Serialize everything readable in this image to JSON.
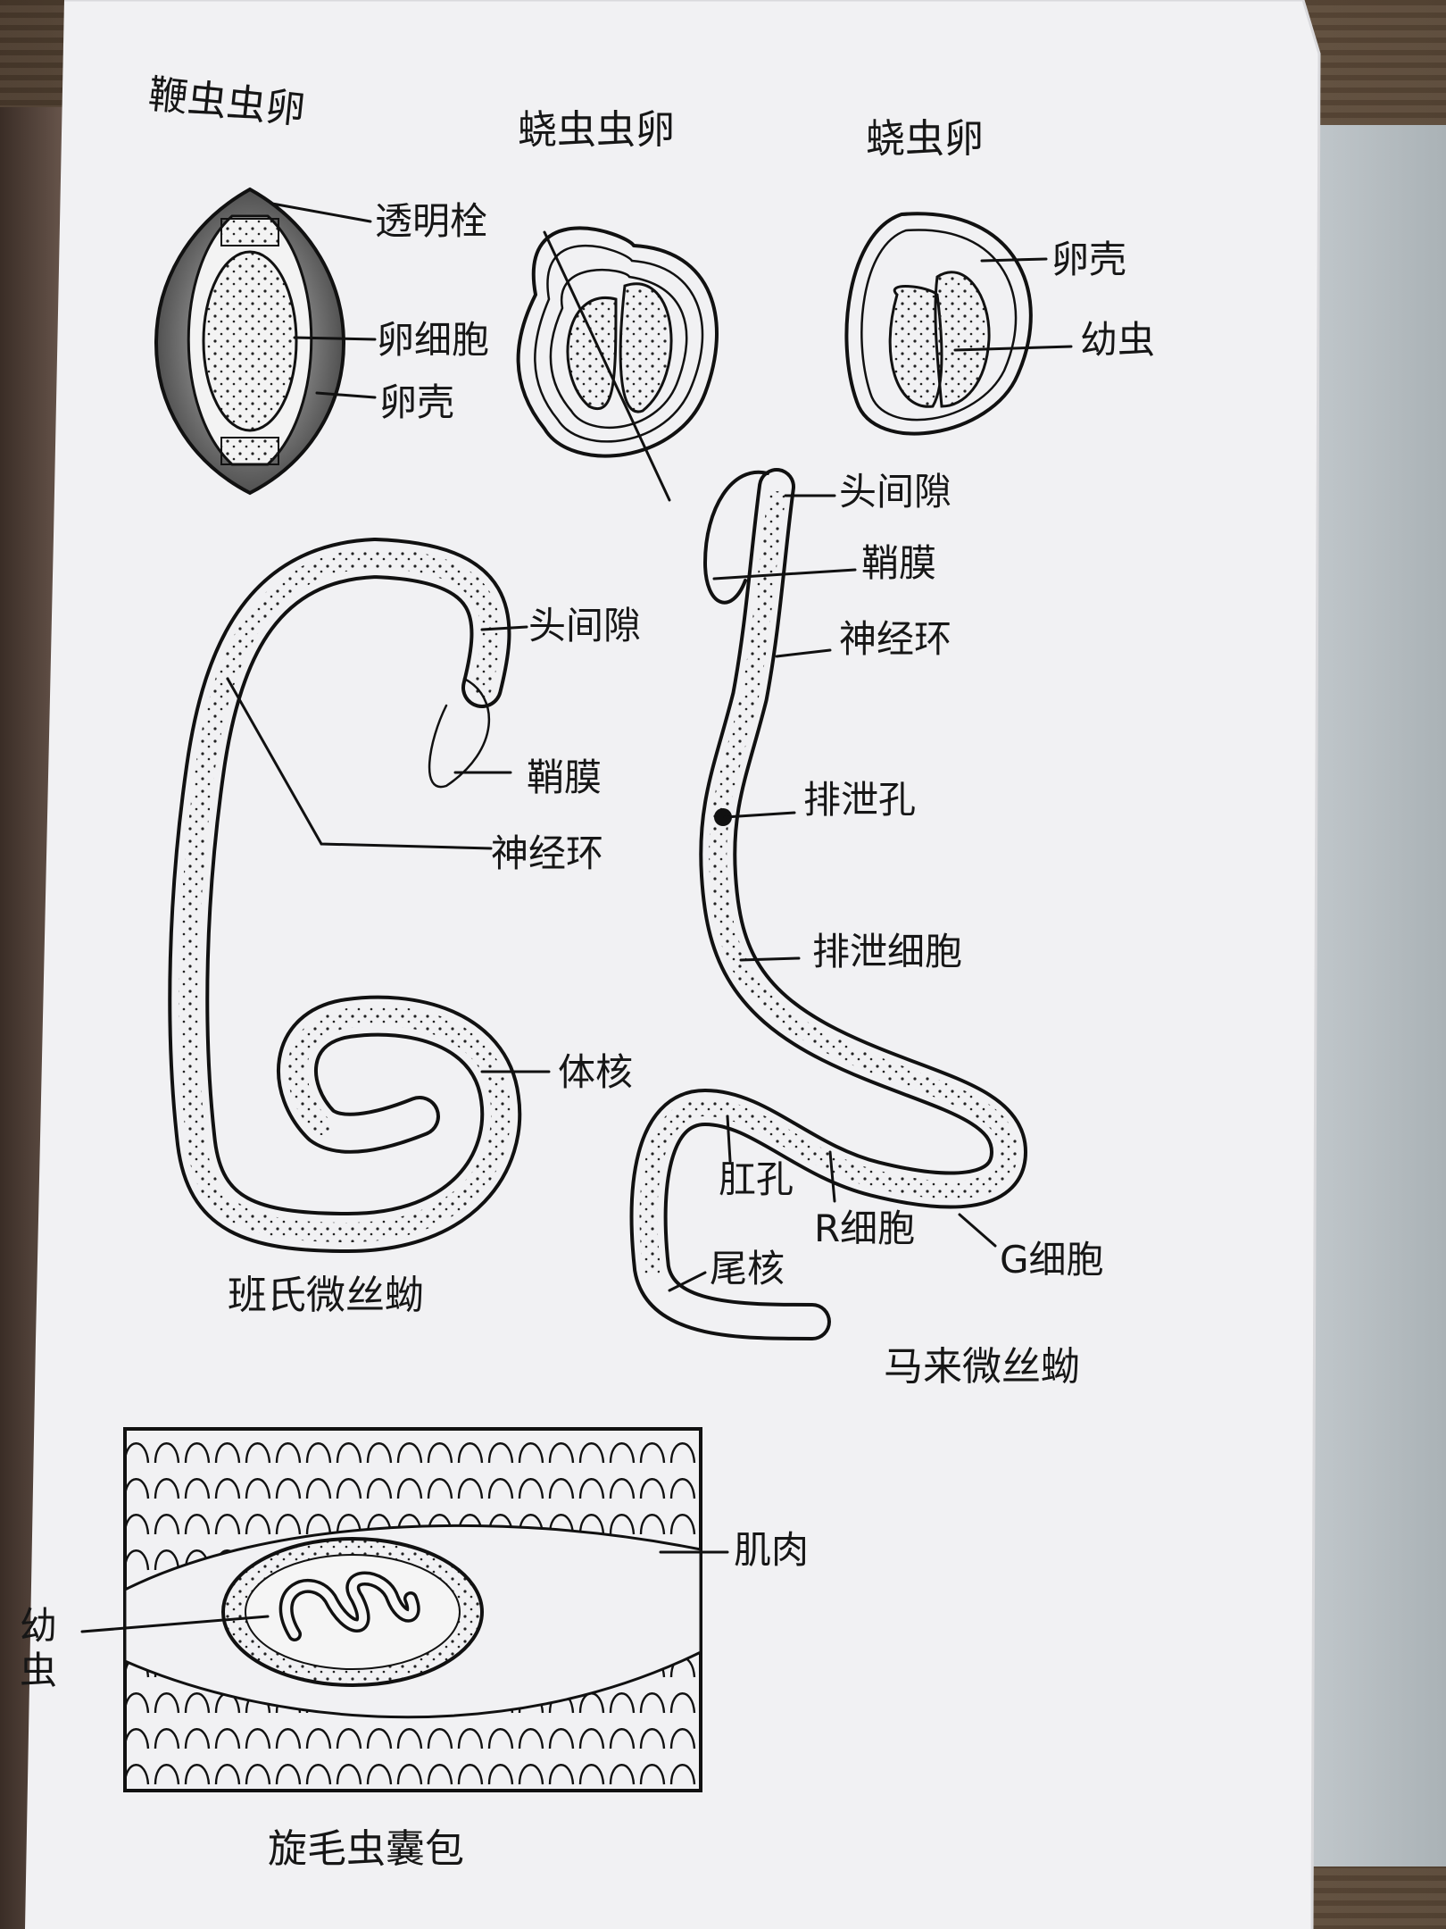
{
  "sections": {
    "trichuris_egg": {
      "title": "鞭虫虫卵",
      "labels": [
        "透明栓",
        "卵细胞",
        "卵壳"
      ]
    },
    "pinworm_egg_1": {
      "title": "蛲虫虫卵"
    },
    "pinworm_egg_2": {
      "title": "蛲虫卵",
      "labels": [
        "卵壳",
        "幼虫"
      ]
    },
    "bancroft": {
      "title": "班氏微丝蚴",
      "labels": [
        "头间隙",
        "鞘膜",
        "神经环",
        "体核"
      ]
    },
    "malayi": {
      "title": "马来微丝蚴",
      "labels": [
        "头间隙",
        "鞘膜",
        "神经环",
        "排泄孔",
        "排泄细胞",
        "肛孔",
        "R细胞",
        "G细胞",
        "尾核"
      ]
    },
    "trichinella": {
      "title": "旋毛虫囊包",
      "labels": [
        "肌肉",
        "幼",
        "虫"
      ]
    }
  },
  "colors": {
    "paper": "#f1f1f3",
    "ink": "#111111"
  }
}
